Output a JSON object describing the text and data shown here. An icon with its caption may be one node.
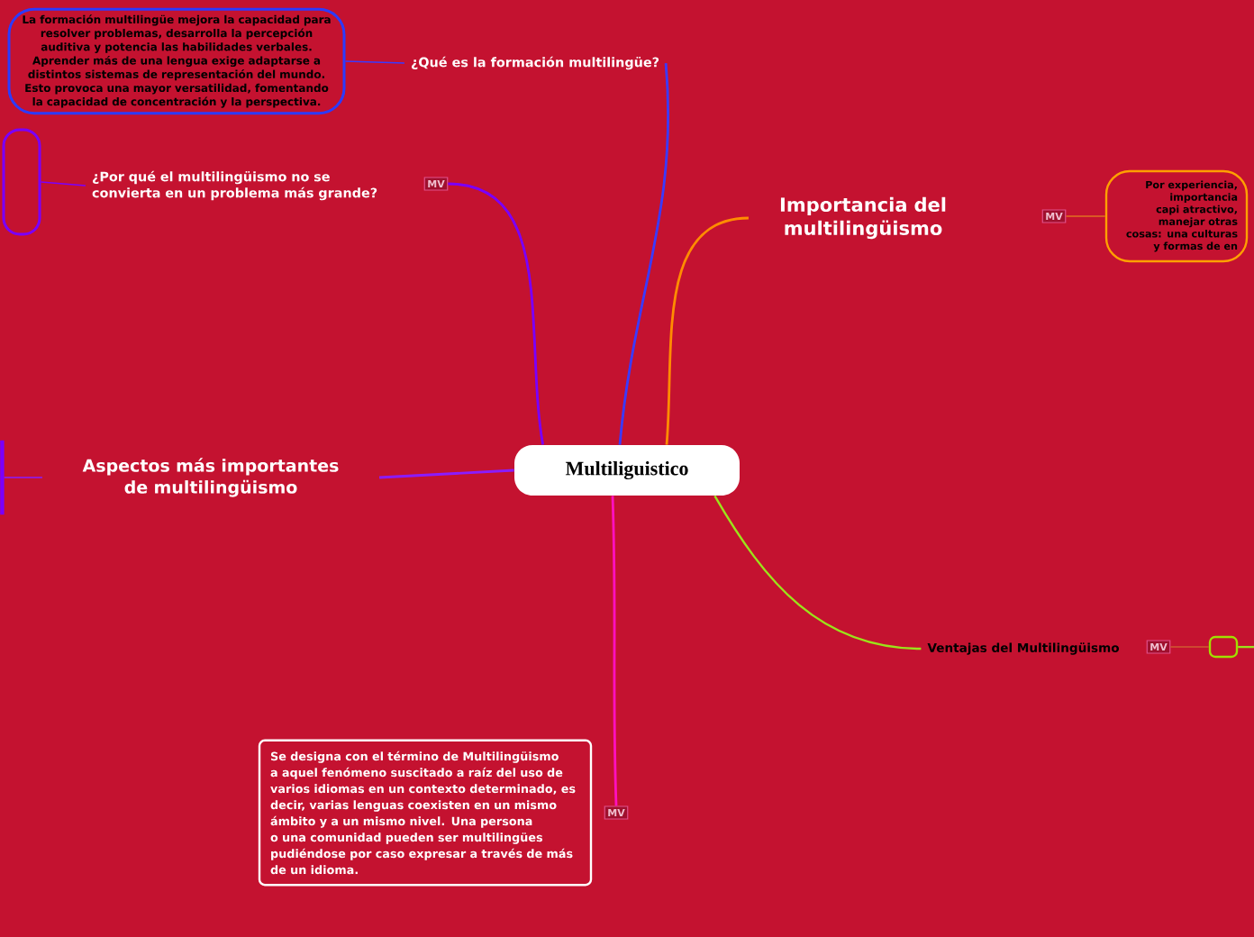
{
  "diagram": {
    "nodes": [
      {
        "text": [
          "Multiliguistico"
        ]
      },
      {
        "text": [
          "¿Qué es la formación multilingüe?"
        ]
      },
      {
        "text": [
          "La formación multilingüe mejora la capacidad para resolver problemas, desarrolla la percepción auditiva y potencia las habilidades verbales. Aprender más de una lengua exige adaptarse a distintos sistemas de representación del mundo. Esto provoca una mayor versatilidad, fomentando la capacidad de concentración y la perspectiva."
        ]
      },
      {
        "text": [
          "MV"
        ]
      },
      {
        "text": [
          "¿Por qué el multilingüismo no se convierta en un problema más grande?"
        ]
      },
      {
        "text": [],
        "shape": "box"
      },
      {
        "text": [
          "Importancia del multilingüismo"
        ]
      },
      {
        "text": [
          "MV"
        ]
      },
      {
        "text": [
          "Por experiencia, importancia capi atractivo, manejar otras cosas: una culturas y formas de en"
        ]
      },
      {
        "text": [
          "Aspectos más importantes de multilingüismo"
        ]
      },
      {
        "text": [],
        "shape": "box"
      },
      {
        "text": [
          "Ventajas del Multilingüismo"
        ]
      },
      {
        "text": [
          "MV"
        ]
      },
      {
        "text": [],
        "shape": "box"
      },
      {
        "text": [
          "MV"
        ]
      },
      {
        "text": [
          "Se designa con el término de Multilingüismo a aquel fenómeno suscitado a raíz del uso de varios idiomas en un contexto determinado, es decir, varias lenguas coexisten en un mismo ámbito y a un mismo nivel. Una persona o una comunidad pueden ser multilingües pudiéndose por caso expresar a través de más de un idioma."
        ]
      }
    ],
    "edges": [
      {
        "from": 0,
        "to": 1,
        "arrow": "none",
        "color": "#3a3aff"
      },
      {
        "from": 1,
        "to": 2,
        "arrow": "none",
        "color": "#3a3aff"
      },
      {
        "from": 0,
        "to": 3,
        "arrow": "none",
        "color": "#7a00ff"
      },
      {
        "from": 4,
        "to": 5,
        "arrow": "none",
        "color": "#7a00ff"
      },
      {
        "from": 0,
        "to": 6,
        "arrow": "none",
        "color": "#ff8c00"
      },
      {
        "from": 7,
        "to": 8,
        "arrow": "none",
        "color": "#e07020"
      },
      {
        "from": 0,
        "to": 9,
        "arrow": "none",
        "color": "#8a1cff"
      },
      {
        "from": 9,
        "to": 10,
        "arrow": "none",
        "color": "#8a1cff"
      },
      {
        "from": 0,
        "to": 11,
        "arrow": "none",
        "color": "#9be31b"
      },
      {
        "from": 12,
        "to": 13,
        "arrow": "none",
        "color": "#d05a30"
      },
      {
        "from": 13,
        "to": null,
        "arrow": "none",
        "color": "#9be31b"
      },
      {
        "from": 0,
        "to": 14,
        "arrow": "none",
        "color": "#ff10c0"
      }
    ]
  }
}
